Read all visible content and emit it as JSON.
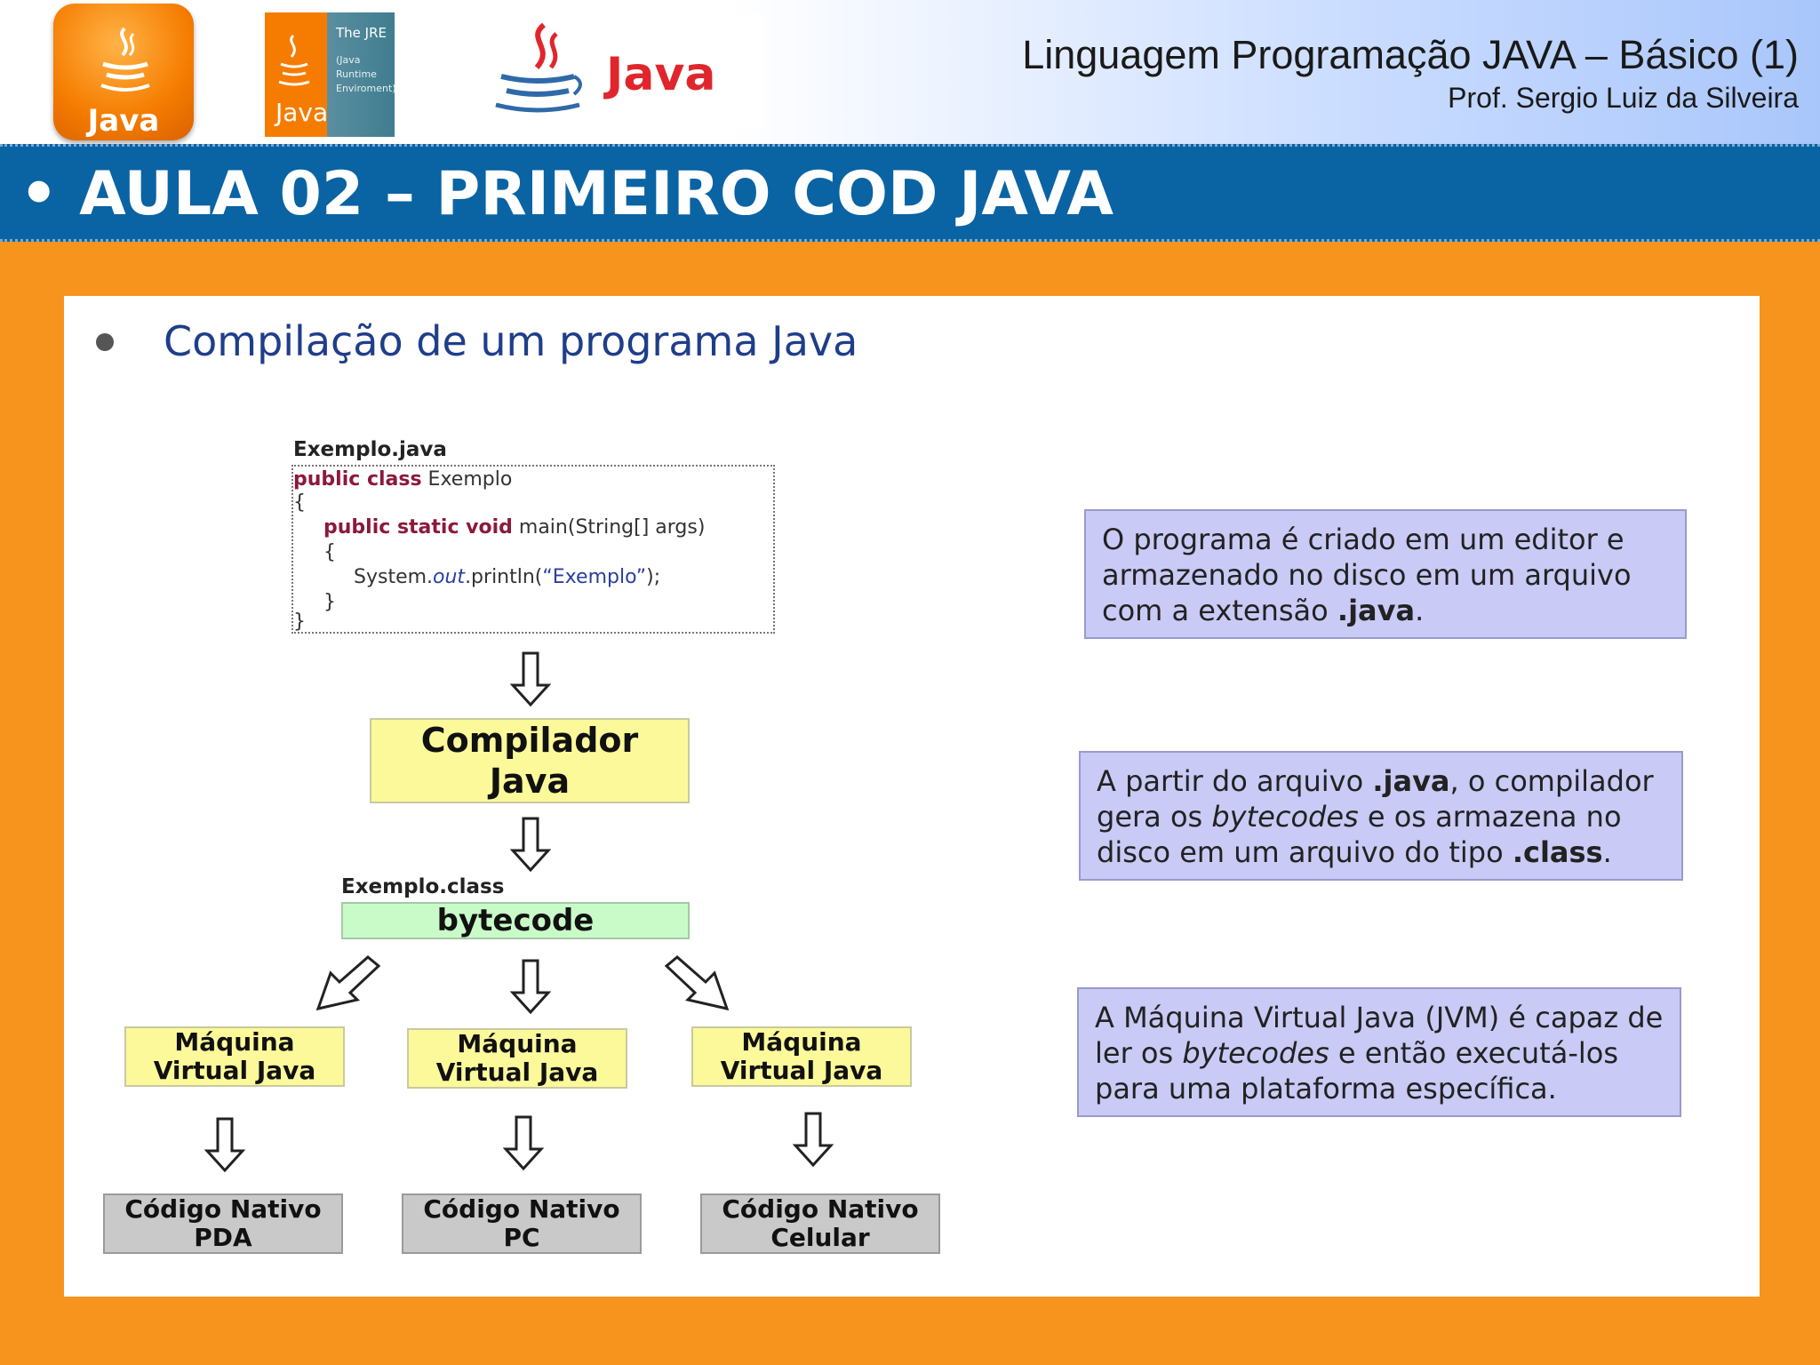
{
  "header": {
    "course_title": "Linguagem Programação JAVA – Básico (1)",
    "professor": "Prof. Sergio Luiz da Silveira",
    "logo1_label": "Java",
    "logo2_label": "Java",
    "logo2_jre": "The JRE",
    "logo2_jre_sub": "(Java Runtime Enviroment)",
    "logo3_label": "Java"
  },
  "titlebar": {
    "text": "• AULA 02 – PRIMEIRO COD JAVA"
  },
  "content": {
    "subtitle": "Compilação de um programa Java",
    "source_file": "Exemplo.java",
    "code": {
      "l1_kw": "public class",
      "l1_rest": " Exemplo",
      "l2": "{",
      "l3_kw": "public static void",
      "l3_rest": " main(String[] args)",
      "l4": "{",
      "l5_a": "System.",
      "l5_b": "out",
      "l5_c": ".println(",
      "l5_d": "“Exemplo”",
      "l5_e": ");",
      "l6": "}",
      "l7": "}"
    },
    "compiler": {
      "line1": "Compilador",
      "line2": "Java"
    },
    "class_file": "Exemplo.class",
    "bytecode": "bytecode",
    "vms": [
      {
        "line1": "Máquina",
        "line2": "Virtual Java"
      },
      {
        "line1": "Máquina",
        "line2": "Virtual Java"
      },
      {
        "line1": "Máquina",
        "line2": "Virtual Java"
      }
    ],
    "natives": [
      {
        "line1": "Código Nativo",
        "line2": "PDA"
      },
      {
        "line1": "Código Nativo",
        "line2": "PC"
      },
      {
        "line1": "Código Nativo",
        "line2": "Celular"
      }
    ],
    "notes": {
      "n1_a": "O programa é criado em um editor e armazenado no disco em um arquivo com a extensão ",
      "n1_b": ".java",
      "n1_c": ".",
      "n2_a": "A partir do arquivo ",
      "n2_b": ".java",
      "n2_c": ", o compilador gera os ",
      "n2_d": "bytecodes",
      "n2_e": " e os armazena no disco em um arquivo do tipo ",
      "n2_f": ".class",
      "n2_g": ".",
      "n3_a": "A Máquina Virtual Java (JVM) é capaz de ler os ",
      "n3_b": "bytecodes",
      "n3_c": " e então executá-los para uma plataforma específica."
    }
  }
}
